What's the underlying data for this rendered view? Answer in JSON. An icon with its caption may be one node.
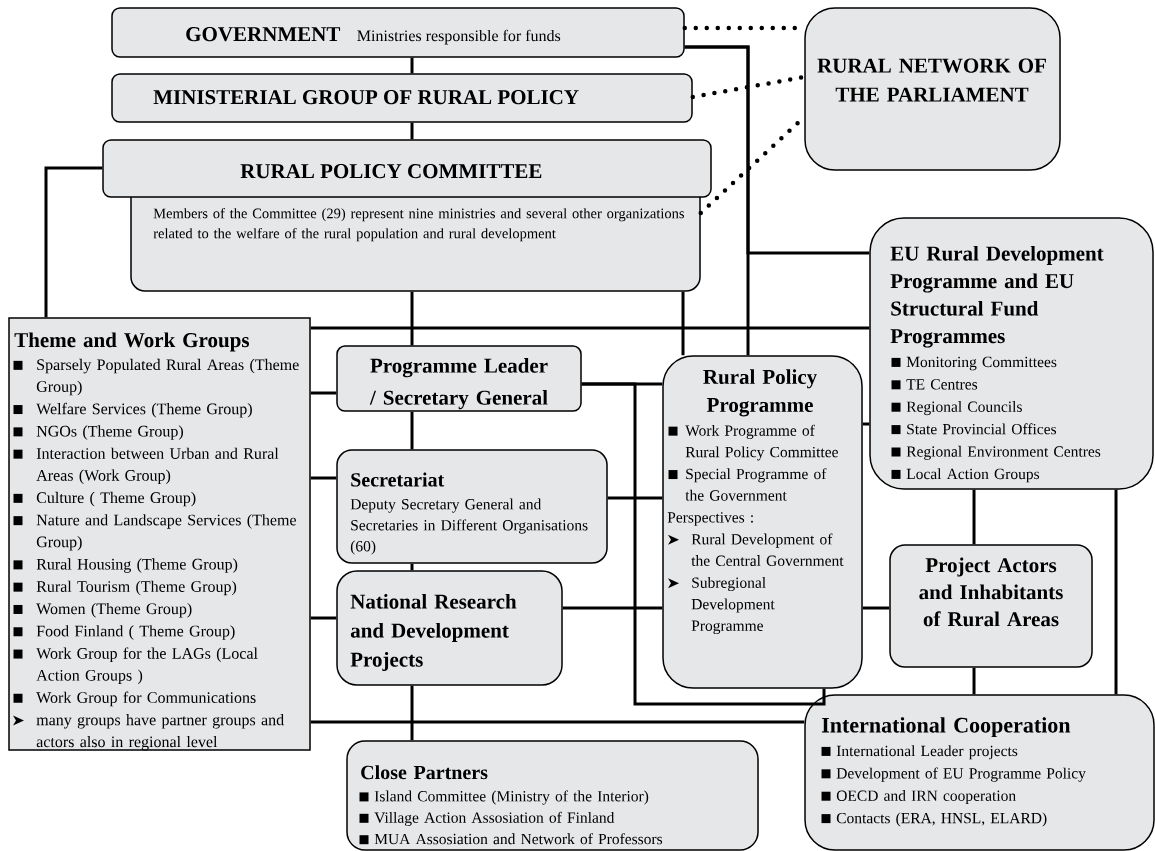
{
  "diagram": {
    "nodes": [
      {
        "text": [
          "GOVERNMENT",
          "Ministries responsible for funds"
        ]
      },
      {
        "text": [
          "MINISTERIAL GROUP OF RURAL POLICY"
        ]
      },
      {
        "text": [
          "RURAL POLICY COMMITTEE"
        ]
      },
      {
        "text": [
          "Members of the Committee (29) represent nine ministries and several other organizations related to the welfare of the rural population and rural development"
        ]
      },
      {
        "text": [
          "RURAL NETWORK OF THE PARLIAMENT"
        ]
      },
      {
        "text": [
          "Theme and Work Groups",
          "Sparsely Populated Rural Areas (Theme Group)",
          "Welfare Services (Theme Group)",
          "NGOs (Theme Group)",
          "Interaction between Urban and Rural Areas (Work Group)",
          "Culture ( Theme Group)",
          "Nature and Landscape Services (Theme Group)",
          "Rural Housing (Theme Group)",
          "Rural Tourism (Theme Group)",
          "Women (Theme Group)",
          "Food Finland ( Theme Group)",
          "Work Group for the LAGs (Local Action Groups )",
          "Work Group for Communications",
          "many groups have partner groups and actors also in regional level"
        ]
      },
      {
        "text": [
          "Programme Leader / Secretary General"
        ]
      },
      {
        "text": [
          "Rural Policy Programme",
          "Work Programme of Rural Policy Committee",
          "Special Programme of the Government",
          "Perspectives :",
          "Rural Development of the Central Government",
          "Subregional Development Programme"
        ]
      },
      {
        "text": [
          "EU Rural Development Programme and EU Structural Fund Programmes",
          "Monitoring Committees",
          "TE Centres",
          "Regional Councils",
          "State Provincial Offices",
          "Regional Environment Centres",
          "Local Action Groups"
        ]
      },
      {
        "text": [
          "Secretariat",
          "Deputy Secretary General and Secretaries in Different Organisations (60)"
        ]
      },
      {
        "text": [
          "National Research and Development Projects"
        ]
      },
      {
        "text": [
          "Project Actors and Inhabitants of Rural Areas"
        ]
      },
      {
        "text": [
          "International Cooperation",
          "International Leader projects",
          "Development of EU Programme Policy",
          "OECD and IRN cooperation",
          "Contacts (ERA, HNSL, ELARD)"
        ]
      },
      {
        "text": [
          "Close Partners",
          "Island Committee (Ministry of the Interior)",
          "Village Action Assosiation of Finland",
          "MUA Assosiation and Network of Professors"
        ]
      }
    ],
    "edges": [
      {
        "from": 0,
        "to": 1,
        "arrow": "none"
      },
      {
        "from": 1,
        "to": 2,
        "arrow": "none"
      },
      {
        "from": 0,
        "to": 4,
        "arrow": "none",
        "style": "dashed"
      },
      {
        "from": 1,
        "to": 4,
        "arrow": "none",
        "style": "dashed"
      },
      {
        "from": 3,
        "to": 4,
        "arrow": "none",
        "style": "dashed"
      },
      {
        "from": 0,
        "to": 8,
        "arrow": "none"
      },
      {
        "from": 0,
        "to": 7,
        "arrow": "none"
      },
      {
        "from": 2,
        "to": 5,
        "arrow": "none"
      },
      {
        "from": 3,
        "to": 6,
        "arrow": "none"
      },
      {
        "from": 3,
        "to": 7,
        "arrow": "none"
      },
      {
        "from": 5,
        "to": 8,
        "arrow": "none"
      },
      {
        "from": 5,
        "to": 6,
        "arrow": "none"
      },
      {
        "from": 6,
        "to": 7,
        "arrow": "none"
      },
      {
        "from": 6,
        "to": 7,
        "arrow": "none"
      },
      {
        "from": 5,
        "to": 9,
        "arrow": "none"
      },
      {
        "from": 6,
        "to": 9,
        "arrow": "none"
      },
      {
        "from": 9,
        "to": 7,
        "arrow": "none"
      },
      {
        "from": 9,
        "to": 10,
        "arrow": "none"
      },
      {
        "from": 5,
        "to": 10,
        "arrow": "none"
      },
      {
        "from": 10,
        "to": 7,
        "arrow": "none"
      },
      {
        "from": 7,
        "to": 11,
        "arrow": "none"
      },
      {
        "from": 7,
        "to": 8,
        "arrow": "none"
      },
      {
        "from": 8,
        "to": 11,
        "arrow": "none"
      },
      {
        "from": 8,
        "to": 12,
        "arrow": "none"
      },
      {
        "from": 11,
        "to": 12,
        "arrow": "none"
      },
      {
        "from": 10,
        "to": 13,
        "arrow": "none"
      },
      {
        "from": 5,
        "to": 12,
        "arrow": "none"
      }
    ]
  }
}
